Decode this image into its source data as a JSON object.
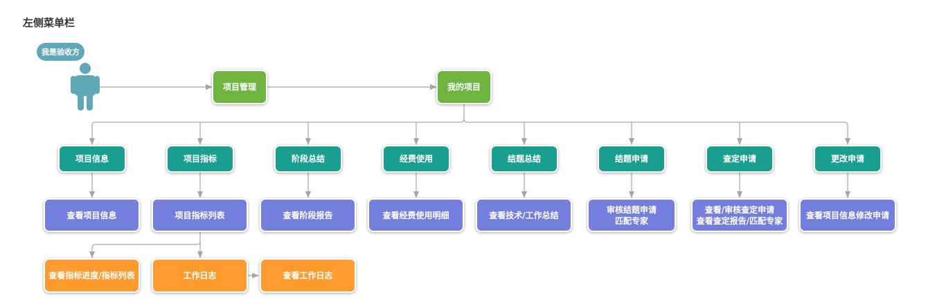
{
  "page": {
    "title": "左侧菜单栏"
  },
  "actor": {
    "bubble_label": "我是验收方",
    "icon": "person-icon"
  },
  "colors": {
    "green": "#6eb43f",
    "teal": "#1a9e8f",
    "purple": "#747fdd",
    "orange": "#fd9b2e",
    "connector": "#a6a6a6",
    "person": "#5fa8b8"
  },
  "nodes": {
    "project_management": "项目管理",
    "my_projects": "我的项目",
    "project_info": "项目信息",
    "project_indicators": "项目指标",
    "stage_summary": "阶段总结",
    "fund_usage": "经费使用",
    "closure_summary": "结题总结",
    "closure_application": "结题申请",
    "verification_application": "查定申请",
    "change_application": "更改申请",
    "view_project_info": "查看项目信息",
    "indicator_list": "项目指标列表",
    "view_stage_report": "查看阶段报告",
    "view_fund_detail": "查看经费使用明细",
    "view_tech_work_summary": "查看技术/工作总结",
    "review_closure_line1": "审核结题申请",
    "review_closure_line2": "匹配专家",
    "view_verification_line1": "查看/审核查定申请",
    "view_verification_line2": "查看查定报告/匹配专家",
    "view_change_application": "查看项目信息修改申请",
    "view_indicator_progress": "查看指标进度/指标列表",
    "work_log": "工作日志",
    "view_work_log": "查看工作日志"
  }
}
